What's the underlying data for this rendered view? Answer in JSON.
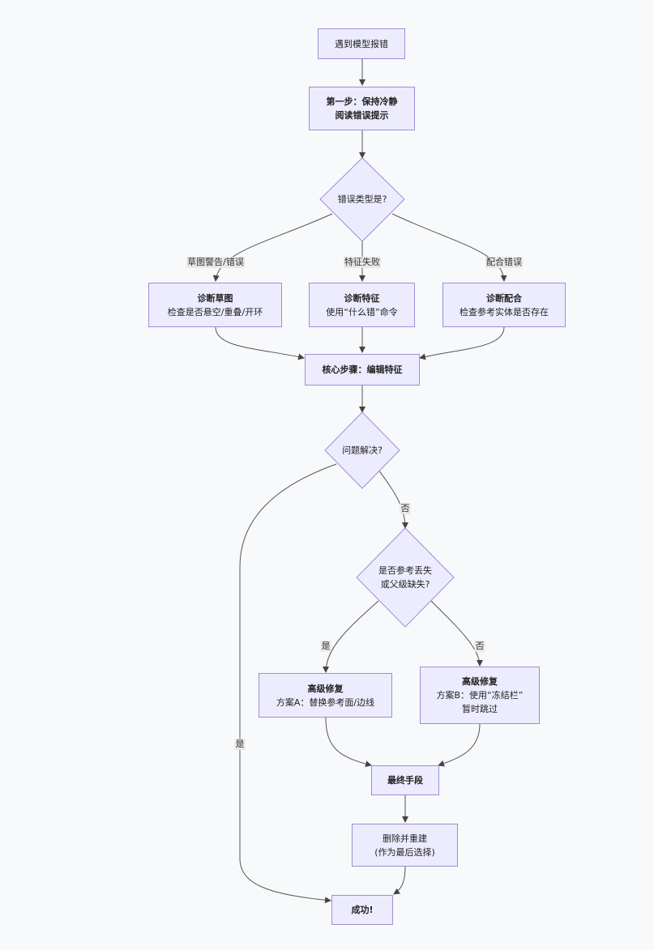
{
  "nodes": {
    "start": "遇到模型报错",
    "step1": {
      "line1": "第一步：保持冷静",
      "line2": "阅读错误提示"
    },
    "d_type": "错误类型是?",
    "diag_sketch": {
      "title": "诊断草图",
      "desc": "检查是否悬空/重叠/开环"
    },
    "diag_feature": {
      "title": "诊断特征",
      "desc": "使用“什么错”命令"
    },
    "diag_mate": {
      "title": "诊断配合",
      "desc": "检查参考实体是否存在"
    },
    "core": "核心步骤：编辑特征",
    "d_solved": "问题解决?",
    "d_ref": {
      "line1": "是否参考丢失",
      "line2": "或父级缺失?"
    },
    "adv_a": {
      "title": "高级修复",
      "desc": "方案A：替换参考面/边线"
    },
    "adv_b": {
      "title": "高级修复",
      "desc1": "方案B：使用“冻结栏”",
      "desc2": "暂时跳过"
    },
    "last": "最终手段",
    "rebuild": {
      "line1": "删除并重建",
      "line2": "(作为最后选择)"
    },
    "success": "成功!"
  },
  "edge_labels": {
    "sketch": "草图警告/错误",
    "feature": "特征失败",
    "mate": "配合错误",
    "no1": "否",
    "yes1": "是",
    "yes2": "是",
    "no2": "否"
  },
  "colors": {
    "node_fill": "#ececfe",
    "node_stroke": "#9b8fd6",
    "edge": "#555555"
  }
}
